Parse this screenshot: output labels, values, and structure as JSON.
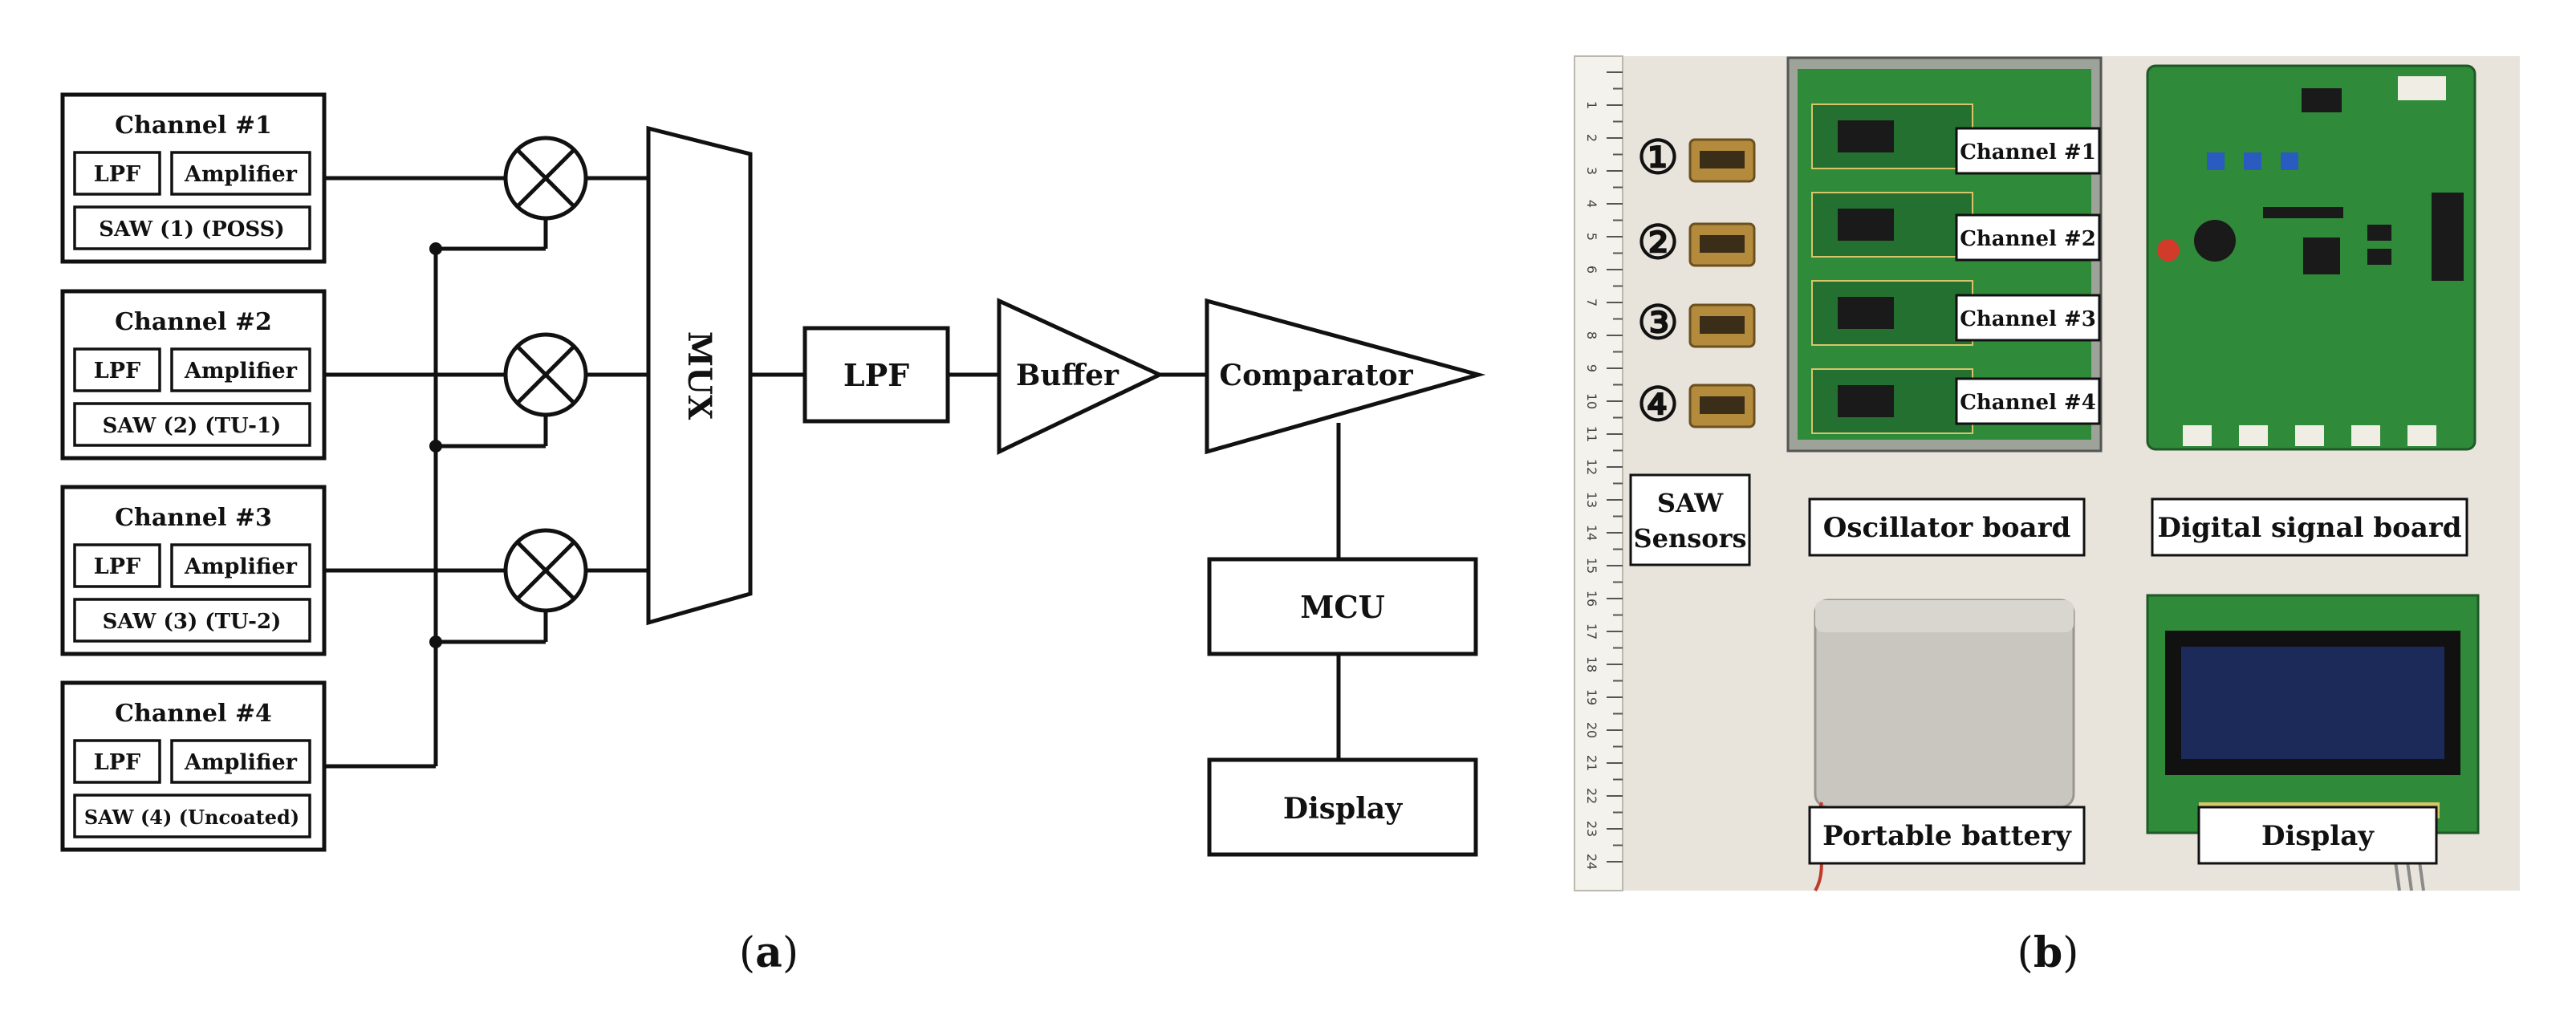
{
  "panel_a": {
    "caption_letter": "a",
    "channels": [
      {
        "title": "Channel #1",
        "lpf": "LPF",
        "amplifier": "Amplifier",
        "saw": "SAW (1) (POSS)"
      },
      {
        "title": "Channel #2",
        "lpf": "LPF",
        "amplifier": "Amplifier",
        "saw": "SAW (2) (TU-1)"
      },
      {
        "title": "Channel #3",
        "lpf": "LPF",
        "amplifier": "Amplifier",
        "saw": "SAW (3) (TU-2)"
      },
      {
        "title": "Channel #4",
        "lpf": "LPF",
        "amplifier": "Amplifier",
        "saw": "SAW (4) (Uncoated)"
      }
    ],
    "mux": "MUX",
    "lpf": "LPF",
    "buffer": "Buffer",
    "comparator": "Comparator",
    "mcu": "MCU",
    "display": "Display"
  },
  "panel_b": {
    "caption_letter": "b",
    "sensor_numbers": [
      "①",
      "②",
      "③",
      "④"
    ],
    "channel_labels": [
      "Channel #1",
      "Channel #2",
      "Channel #3",
      "Channel #4"
    ],
    "saw_sensors_line1": "SAW",
    "saw_sensors_line2": "Sensors",
    "oscillator_board": "Oscillator board",
    "digital_signal_board": "Digital signal board",
    "portable_battery": "Portable battery",
    "display": "Display",
    "ruler_numbers": [
      "1",
      "2",
      "3",
      "4",
      "5",
      "6",
      "7",
      "8",
      "9",
      "10",
      "11",
      "12",
      "13",
      "14",
      "15",
      "16",
      "17",
      "18",
      "19",
      "20",
      "21",
      "22",
      "23",
      "24"
    ],
    "colors": {
      "board_green": "#2f8a3a",
      "background": "#e8e4dc",
      "battery": "#c9c6c0",
      "lcd": "#1c2a5a"
    }
  }
}
